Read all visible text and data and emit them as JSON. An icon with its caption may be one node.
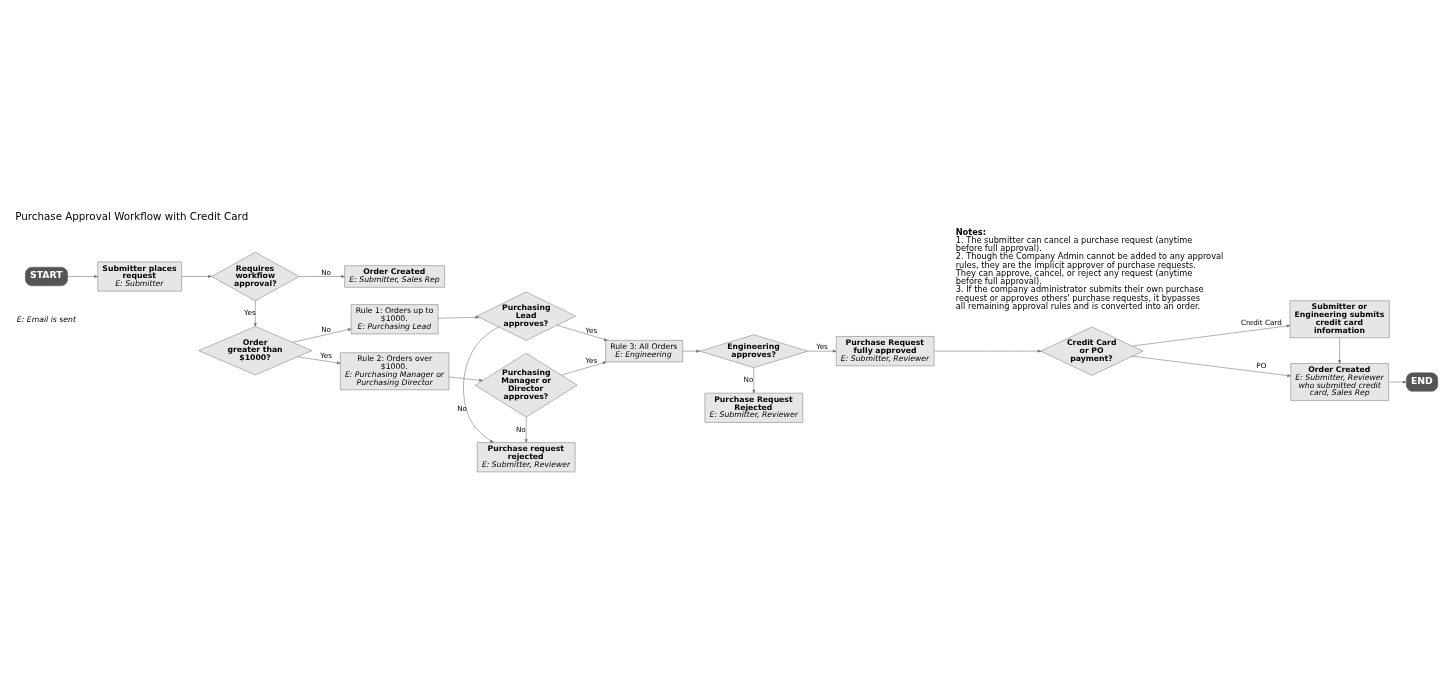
{
  "diagram": {
    "title": "Purchase Approval Workflow with Credit Card",
    "nodes": [
      {
        "text": [
          "START"
        ]
      },
      {
        "text": [
          "Submitter places request",
          "E: Submitter"
        ]
      },
      {
        "text": [
          "Requires workflow approval?"
        ]
      },
      {
        "text": [
          "Order Created",
          "E: Submitter, Sales Rep"
        ]
      },
      {
        "text": [
          "Order greater than $1000?"
        ]
      },
      {
        "text": [
          "Rule 1: Orders up to $1000.",
          "E: Purchasing Lead"
        ]
      },
      {
        "text": [
          "Purchasing Lead approves?"
        ]
      },
      {
        "text": [
          "Purchase request rejected",
          "E: Submitter, Reviewer"
        ]
      },
      {
        "text": [
          "Rule 2: Orders over $1000.",
          "E: Purchasing Manager or Purchasing Director"
        ]
      },
      {
        "text": [
          "Purchasing Manager or Director approves?"
        ]
      },
      {
        "text": [
          "Rule 3: All Orders",
          "E: Engineering"
        ]
      },
      {
        "text": [
          "Engineering approves?"
        ]
      },
      {
        "text": [
          "Purchase Request fully approved",
          "E: Submitter, Reviewer"
        ]
      },
      {
        "text": [
          "Purchase Request Rejected",
          "E: Submitter, Reviewer"
        ]
      },
      {
        "text": [
          "Credit Card or PO payment?"
        ]
      },
      {
        "text": [
          "Submitter or Engineering submits credit card information"
        ]
      },
      {
        "text": [
          "Order Created",
          "E: Submitter, Reviewer who submitted credit card, Sales Rep"
        ]
      },
      {
        "text": [
          "END"
        ]
      }
    ],
    "edges": [
      {
        "from": 0,
        "to": 1,
        "arrow": "to"
      },
      {
        "from": 1,
        "to": 2,
        "arrow": "to"
      },
      {
        "from": 2,
        "to": 3,
        "arrow": "to",
        "label": "No"
      },
      {
        "from": 2,
        "to": 4,
        "arrow": "to",
        "label": "Yes"
      },
      {
        "from": 4,
        "to": 5,
        "arrow": "to",
        "label": "No"
      },
      {
        "from": 4,
        "to": 8,
        "arrow": "to",
        "label": "Yes"
      },
      {
        "from": 5,
        "to": 6,
        "arrow": "to"
      },
      {
        "from": 6,
        "to": 7,
        "arrow": "to",
        "label": "No"
      },
      {
        "from": 6,
        "to": 10,
        "arrow": "to",
        "label": "Yes"
      },
      {
        "from": 8,
        "to": 9,
        "arrow": "to"
      },
      {
        "from": 9,
        "to": 7,
        "arrow": "to",
        "label": "No"
      },
      {
        "from": 9,
        "to": 10,
        "arrow": "to",
        "label": "Yes"
      },
      {
        "from": 10,
        "to": 11,
        "arrow": "to"
      },
      {
        "from": 11,
        "to": 12,
        "arrow": "to",
        "label": "Yes"
      },
      {
        "from": 11,
        "to": 13,
        "arrow": "to",
        "label": "No"
      },
      {
        "from": 12,
        "to": 14,
        "arrow": "to"
      },
      {
        "from": 14,
        "to": 15,
        "arrow": "to",
        "label": "Credit Card"
      },
      {
        "from": 14,
        "to": 16,
        "arrow": "to",
        "label": "PO"
      },
      {
        "from": 15,
        "to": 16,
        "arrow": "to"
      },
      {
        "from": 16,
        "to": 17,
        "arrow": "to"
      }
    ],
    "labels": [
      "Notes:",
      "1. The submitter can cancel a purchase request (anytime before full approval).",
      "2. Though the Company Admin cannot be added to any approval rules, they are the implicit approver of purchase requests. They can approve, cancel, or reject any request (anytime before full approval).",
      "3. If the company administrator submits their own purchase request or approves others' purchase requests, it bypasses all remaining approval rules and is converted into an order.",
      "E: Email is sent"
    ]
  }
}
